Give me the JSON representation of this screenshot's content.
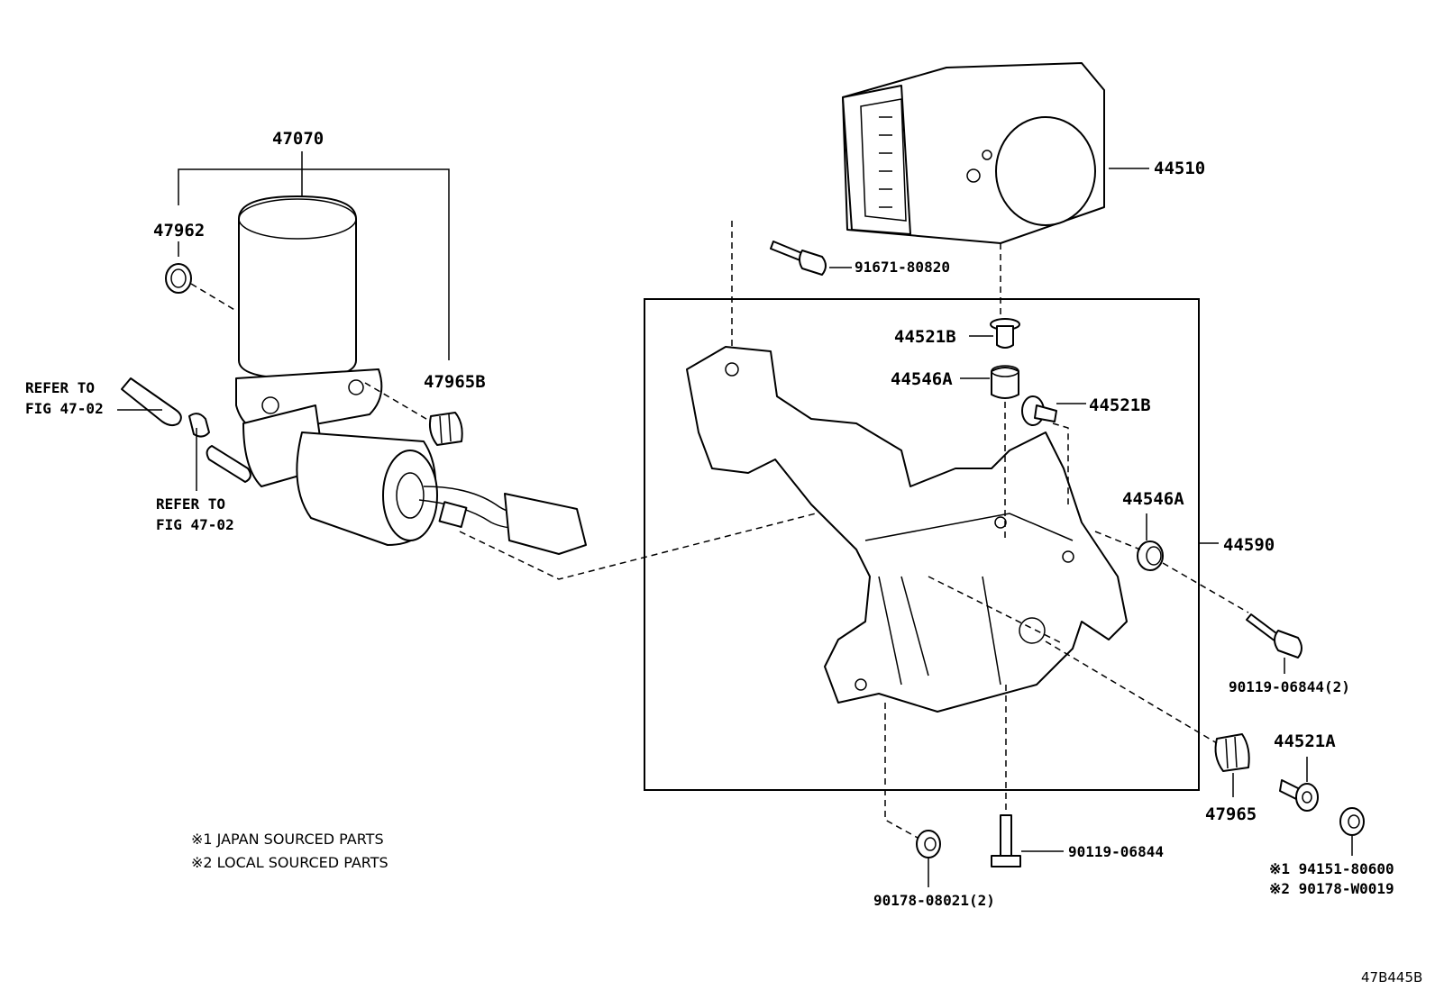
{
  "parts": {
    "p47070": "47070",
    "p47962": "47962",
    "p47965B": "47965B",
    "p44510": "44510",
    "p91671": "91671-80820",
    "p44521B_top": "44521B",
    "p44546A_top": "44546A",
    "p44521B_right": "44521B",
    "p44546A_right": "44546A",
    "p44590": "44590",
    "p90119_2": "90119-06844(2)",
    "p44521A": "44521A",
    "p47965": "47965",
    "p90119": "90119-06844",
    "p90178_08021": "90178-08021(2)",
    "p94151": "※1 94151-80600",
    "p90178_W0019": "※2 90178-W0019"
  },
  "refers": {
    "refer1_line1": "REFER TO",
    "refer1_line2": "FIG 47-02",
    "refer2_line1": "REFER TO",
    "refer2_line2": "FIG 47-02"
  },
  "notes": {
    "note1": "※1 JAPAN SOURCED PARTS",
    "note2": "※2 LOCAL SOURCED PARTS"
  },
  "figure_code": "47B445B"
}
